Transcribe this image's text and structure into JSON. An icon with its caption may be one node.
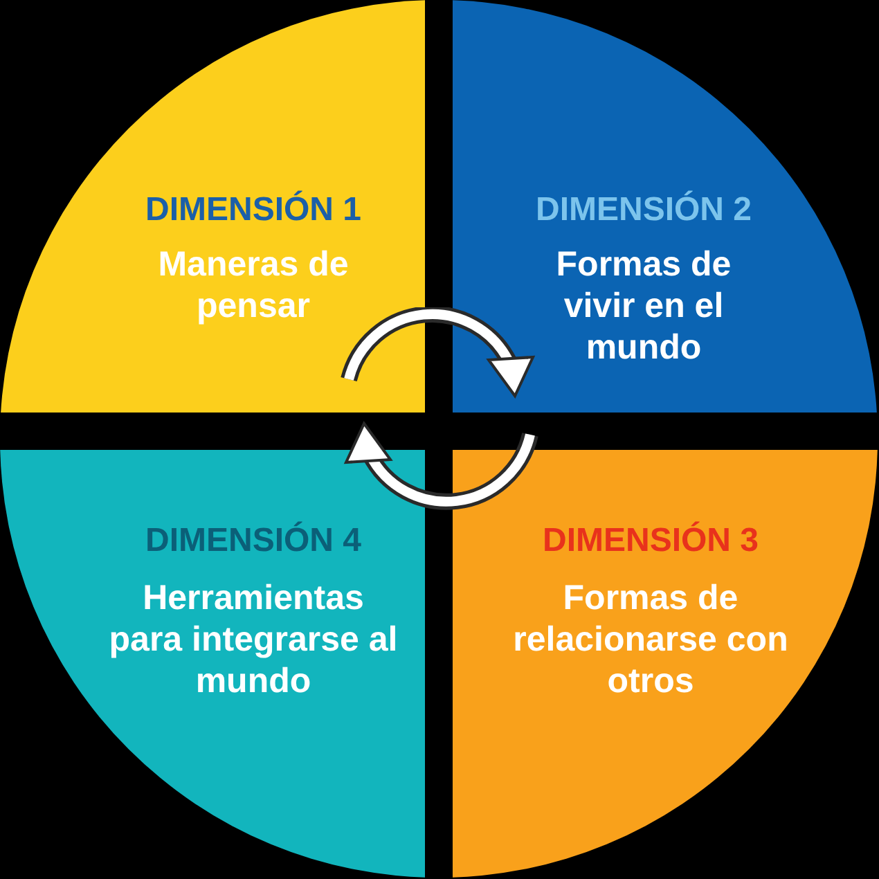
{
  "diagram": {
    "nodes": [
      {
        "text": [
          "DIMENSIÓN 1",
          "Maneras de pensar"
        ]
      },
      {
        "text": [
          "DIMENSIÓN 2",
          "Formas de vivir en el mundo"
        ]
      },
      {
        "text": [
          "DIMENSIÓN 3",
          "Formas de relacionarse con otros"
        ]
      },
      {
        "text": [
          "DIMENSIÓN 4",
          "Herramientas para integrarse al mundo"
        ]
      }
    ]
  }
}
